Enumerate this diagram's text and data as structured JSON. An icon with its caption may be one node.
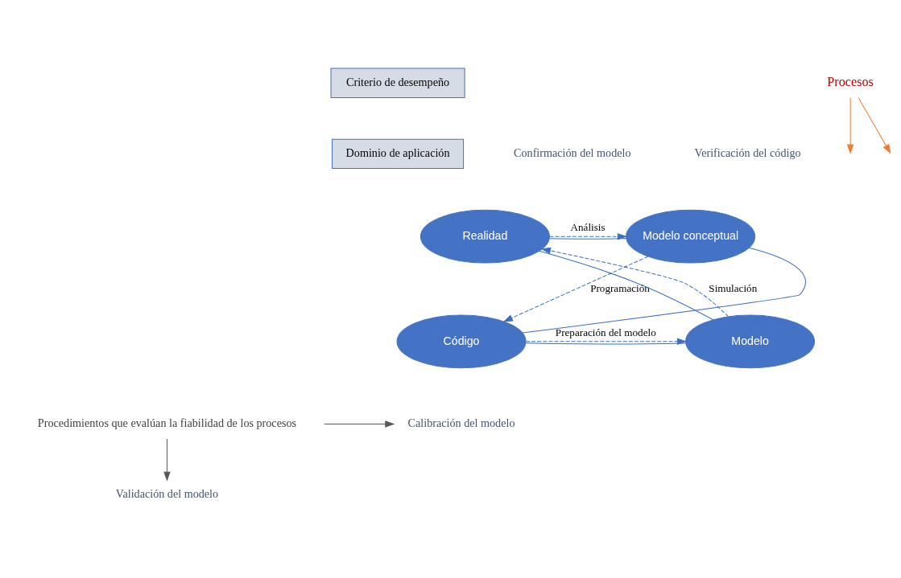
{
  "diagram": {
    "nodes": [
      {
        "text": [
          "Criterio de desempeño"
        ]
      },
      {
        "text": [
          "Dominio de aplicación"
        ]
      },
      {
        "text": [
          "Realidad"
        ]
      },
      {
        "text": [
          "Modelo conceptual"
        ]
      },
      {
        "text": [
          "Validación del modelo"
        ]
      },
      {
        "text": [
          "Modelo"
        ]
      },
      {
        "text": [
          "Código"
        ]
      },
      {
        "text": [
          "Procedimientos que evalúan la fiabilidad de los procesos"
        ]
      },
      {
        "text": [
          "Calibración del modelo"
        ]
      },
      {
        "text": [
          "Procesos"
        ]
      }
    ],
    "edges": [
      {
        "from": 2,
        "to": 3,
        "arrow": "to",
        "style": "dashed",
        "label": "Análisis"
      },
      {
        "from": 3,
        "to": 6,
        "arrow": "to",
        "style": "dashed",
        "label": "Programación"
      },
      {
        "from": 6,
        "to": 5,
        "arrow": "to",
        "style": "dashed",
        "label": "Preparación del modelo"
      },
      {
        "from": 5,
        "to": 2,
        "arrow": "to",
        "style": "dashed",
        "label": "Simulación"
      },
      {
        "from": 2,
        "to": 3,
        "arrow": "none"
      },
      {
        "from": 3,
        "to": 6,
        "arrow": "none"
      },
      {
        "from": 6,
        "to": 5,
        "arrow": "none"
      },
      {
        "from": 5,
        "to": 2,
        "arrow": "none"
      },
      {
        "from": 9,
        "to": null,
        "arrow": "to",
        "color": "#ed7d31"
      },
      {
        "from": 9,
        "to": null,
        "arrow": "to",
        "color": "#ed7d31"
      },
      {
        "from": 7,
        "to": 4,
        "arrow": "to",
        "color": "#595959"
      },
      {
        "from": 7,
        "to": 8,
        "arrow": "to",
        "color": "#595959"
      }
    ],
    "labels": [
      "Confirmación del modelo",
      "Verificación del código"
    ]
  }
}
